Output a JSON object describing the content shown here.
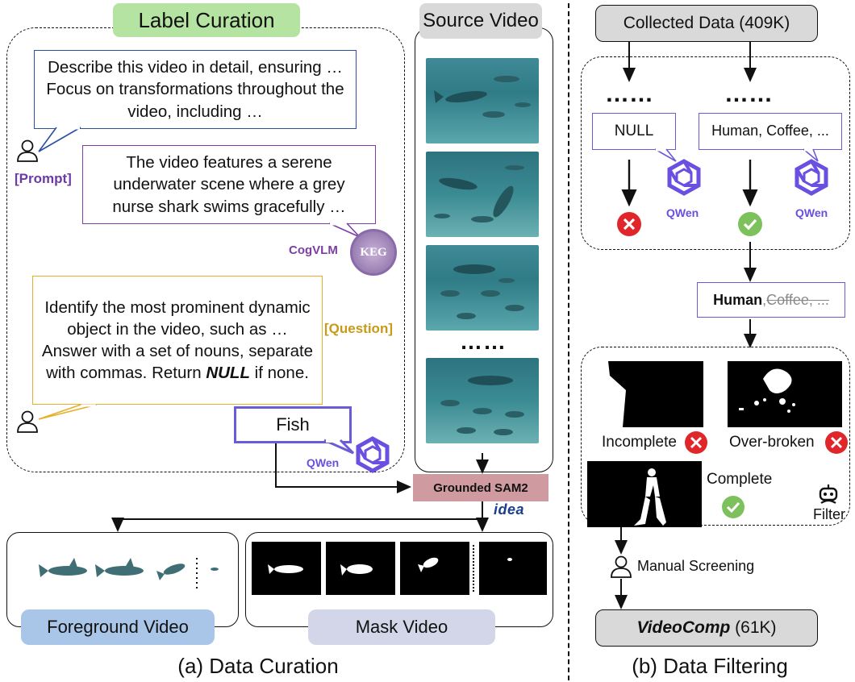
{
  "panel_a": {
    "label_curation_title": "Label Curation",
    "source_video_title": "Source Video",
    "prompt_text": "Describe this video in detail, ensuring … Focus on transformations throughout the video, including …",
    "prompt_tag": "[Prompt]",
    "caption_text": "The video features a serene underwater scene where a grey nurse shark swims gracefully …",
    "cogvlm_label": "CogVLM",
    "cogvlm_logo_text": "KEG",
    "question_text_1": "Identify the most prominent dynamic object in the video, such as … Answer with a set of nouns, separate with commas. Return ",
    "question_text_null": "NULL",
    "question_text_2": " if none.",
    "question_tag": "[Question]",
    "answer_text": "Fish",
    "qwen_label": "QWen",
    "ellipsis": "……",
    "grounded_sam2": "Grounded SAM2",
    "idea_logo": "idea",
    "foreground_video": "Foreground Video",
    "mask_video": "Mask Video",
    "caption": "(a) Data Curation"
  },
  "panel_b": {
    "collected_data": "Collected Data (409K)",
    "dots_left": "……",
    "dots_right": "……",
    "null_label": "NULL",
    "nouns_label": "Human, Coffee, ...",
    "qwen_left": "QWen",
    "qwen_right": "QWen",
    "filtered_kept": "Human",
    "filtered_struck": "Coffee, ...",
    "filtered_sep": ", ",
    "incomplete": "Incomplete",
    "over_broken": "Over-broken",
    "complete": "Complete",
    "filter": "Filter",
    "manual_screening": "Manual Screening",
    "videocomp_name": "VideoComp",
    "videocomp_count": " (61K)",
    "caption": "(b) Data Filtering"
  },
  "colors": {
    "prompt_border": "#2d4fa0",
    "caption_border": "#7c3ea6",
    "question_border": "#e6b02a",
    "answer_border": "#6a5bd8",
    "qwen_purple": "#6a4fe0",
    "label_curation_bg": "#b5e3a1",
    "source_video_bg": "#d9d9d9",
    "grounded_bg": "#cf9aa0",
    "foreground_bg": "#a9c6e8",
    "mask_bg": "#d2d6e8",
    "reject_red": "#e0262b",
    "accept_green": "#7dc15c",
    "tag_purple": "#6b3aa5",
    "tag_gold": "#c79a18",
    "node_gray": "#d9d9d9"
  }
}
